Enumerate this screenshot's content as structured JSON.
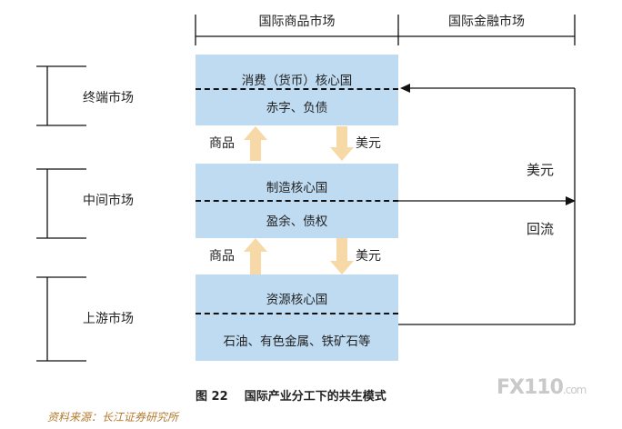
{
  "header": {
    "col1": "国际商品市场",
    "col2": "国际金融市场"
  },
  "markets": {
    "terminal": "终端市场",
    "middle": "中间市场",
    "upstream": "上游市场"
  },
  "boxes": {
    "consumer_top": "消费（货币）核心国",
    "consumer_bottom": "赤字、负债",
    "manufacturing_top": "制造核心国",
    "manufacturing_bottom": "盈余、债权",
    "resource_top": "资源核心国",
    "resource_bottom": "石油、有色金属、铁矿石等"
  },
  "flows": {
    "goods_upper": "商品",
    "usd_upper": "美元",
    "goods_lower": "商品",
    "usd_lower": "美元"
  },
  "financial": {
    "usd": "美元",
    "return": "回流"
  },
  "caption": "图 22    国际产业分工下的共生模式",
  "source": "资料来源：长江证券研究所",
  "watermark": {
    "main": "FX110",
    "suffix": ".com"
  },
  "colors": {
    "box_fill": "#bfdbf1",
    "arrow_fill": "#f6d9a6",
    "source_text": "#b47a2e"
  }
}
